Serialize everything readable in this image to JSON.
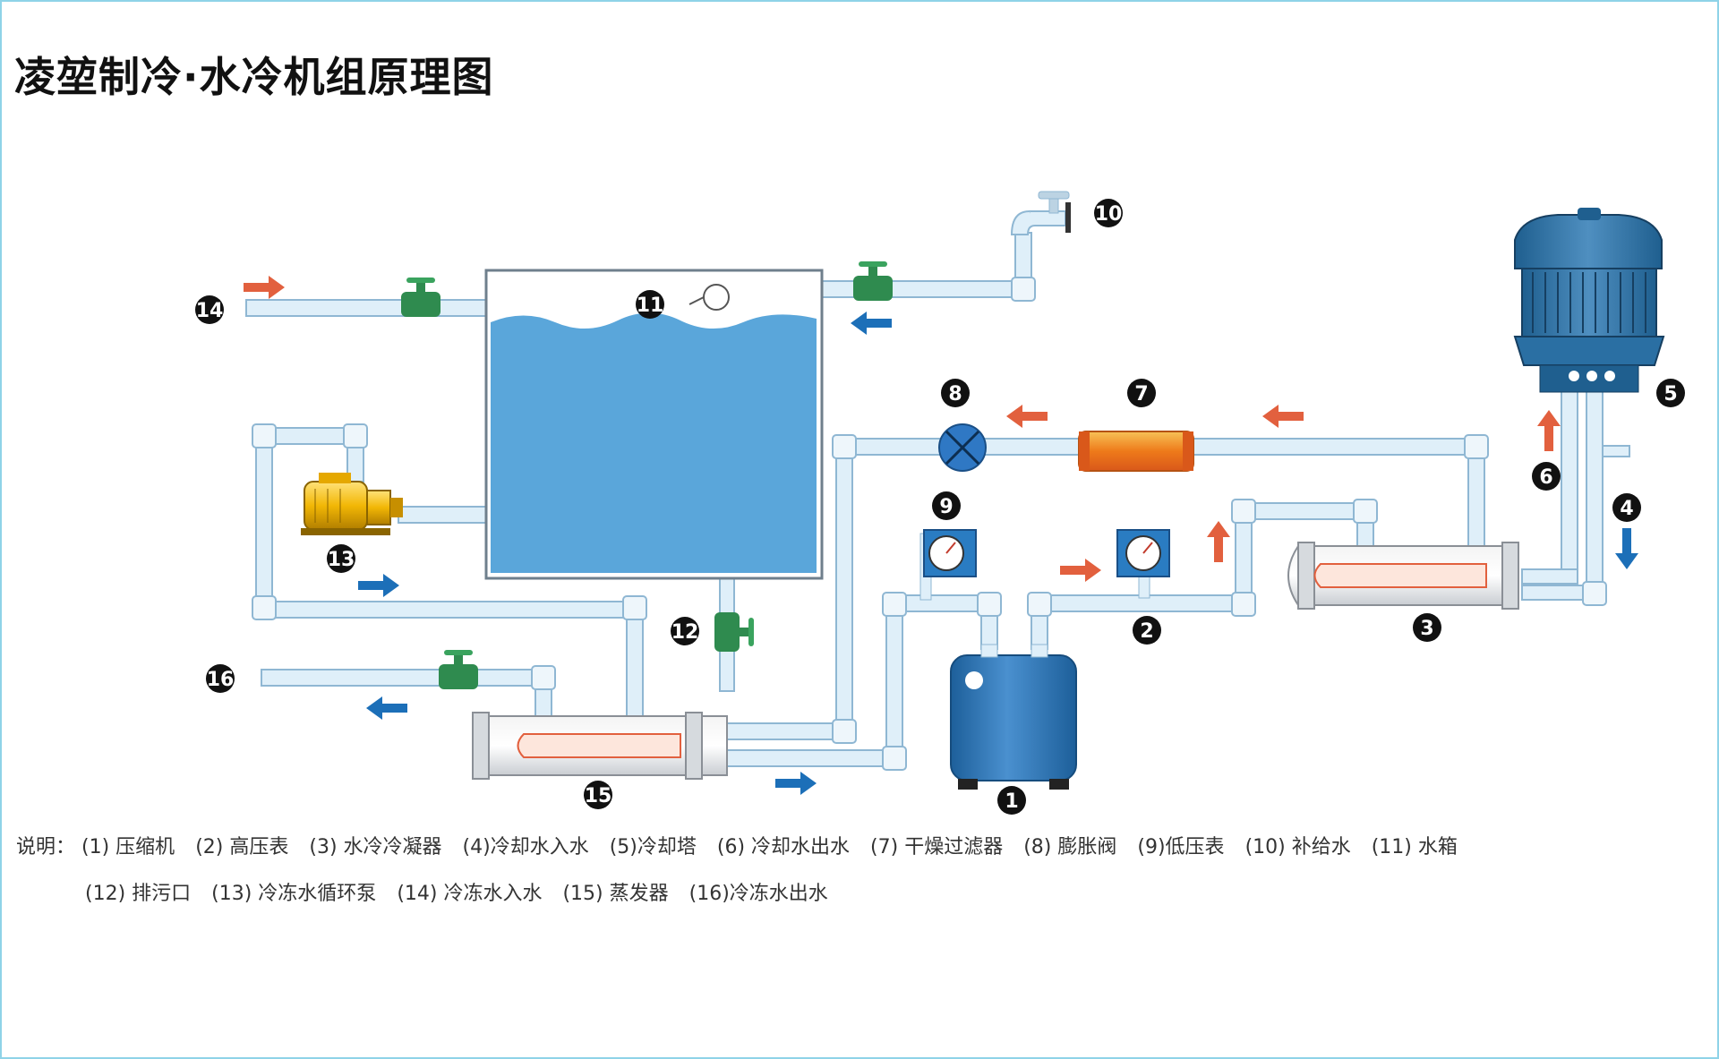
{
  "title": "凌堃制冷·水冷机组原理图",
  "colors": {
    "pipe_fill": "#dfeff9",
    "pipe_stroke": "#8fb7d3",
    "water": "#5aa6da",
    "arrow_red": "#e2603e",
    "arrow_blue": "#1c6fb8",
    "valve_green": "#2f8b4f",
    "marker_black": "#111111",
    "frame": "#8fd3e8"
  },
  "markers": [
    "1",
    "2",
    "3",
    "4",
    "5",
    "6",
    "7",
    "8",
    "9",
    "10",
    "11",
    "12",
    "13",
    "14",
    "15",
    "16"
  ],
  "legend": {
    "intro": "说明：",
    "line1": [
      "(1) 压缩机",
      "(2) 高压表",
      "(3) 水冷冷凝器",
      "(4)冷却水入水",
      "(5)冷却塔",
      "(6) 冷却水出水",
      "(7) 干燥过滤器",
      "(8) 膨胀阀",
      "(9)低压表",
      "(10) 补给水",
      "(11) 水箱"
    ],
    "line2": [
      "(12) 排污口",
      "(13) 冷冻水循环泵",
      "(14) 冷冻水入水",
      "(15) 蒸发器",
      "(16)冷冻水出水"
    ]
  }
}
